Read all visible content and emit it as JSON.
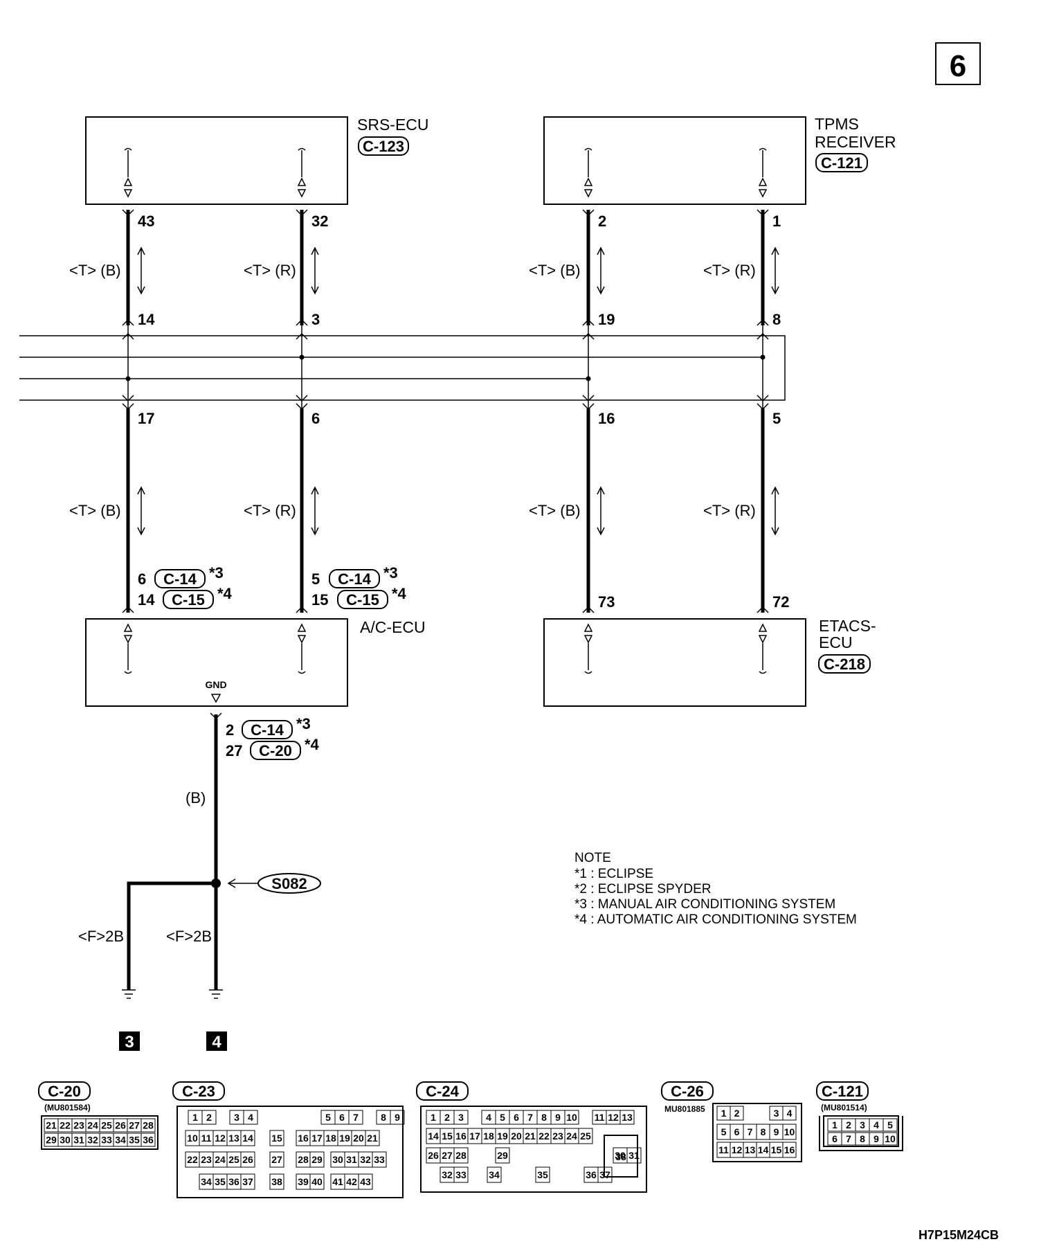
{
  "page_number": "6",
  "diagram_code": "H7P15M24CB",
  "components": {
    "srs": {
      "name": "SRS-ECU",
      "connector": "C-123"
    },
    "tpms": {
      "name_line1": "TPMS",
      "name_line2": "RECEIVER",
      "connector": "C-121"
    },
    "ac": {
      "name": "A/C-ECU",
      "gnd": "GND"
    },
    "etacs": {
      "name_line1": "ETACS-",
      "name_line2": "ECU",
      "connector": "C-218"
    }
  },
  "wires": {
    "w1": {
      "top_pin": "43",
      "mid_top_pin": "14",
      "mid_bottom_pin": "17",
      "label_top": "<T> (B)",
      "label_bottom": "<T> (B)",
      "bottom_line1": {
        "pin": "6",
        "connector": "C-14",
        "star": "*3"
      },
      "bottom_line2": {
        "pin": "14",
        "connector": "C-15",
        "star": "*4"
      }
    },
    "w2": {
      "top_pin": "32",
      "mid_top_pin": "3",
      "mid_bottom_pin": "6",
      "label_top": "<T> (R)",
      "label_bottom": "<T> (R)",
      "bottom_line1": {
        "pin": "5",
        "connector": "C-14",
        "star": "*3"
      },
      "bottom_line2": {
        "pin": "15",
        "connector": "C-15",
        "star": "*4"
      }
    },
    "w3": {
      "top_pin": "2",
      "mid_top_pin": "19",
      "mid_bottom_pin": "16",
      "bottom_pin": "73",
      "label_top": "<T> (B)",
      "label_bottom": "<T> (B)"
    },
    "w4": {
      "top_pin": "1",
      "mid_top_pin": "8",
      "mid_bottom_pin": "5",
      "bottom_pin": "72",
      "label_top": "<T> (R)",
      "label_bottom": "<T> (R)"
    }
  },
  "ground": {
    "line1": {
      "pin": "2",
      "connector": "C-14",
      "star": "*3"
    },
    "line2": {
      "pin": "27",
      "connector": "C-20",
      "star": "*4"
    },
    "wire_label": "(B)",
    "splice": "S082",
    "branch_left_label": "<F>2B",
    "branch_right_label": "<F>2B",
    "ground_left": "3",
    "ground_right": "4"
  },
  "note": {
    "title": "NOTE",
    "items": [
      "*1 : ECLIPSE",
      "*2 : ECLIPSE SPYDER",
      "*3 : MANUAL AIR CONDITIONING SYSTEM",
      "*4 : AUTOMATIC AIR CONDITIONING SYSTEM"
    ]
  },
  "connector_views": {
    "c20": {
      "label": "C-20",
      "part": "(MU801584)",
      "rows": [
        [
          "21",
          "22",
          "23",
          "24",
          "25",
          "26",
          "27",
          "28"
        ],
        [
          "29",
          "30",
          "31",
          "32",
          "33",
          "34",
          "35",
          "36"
        ]
      ]
    },
    "c23": {
      "label": "C-23",
      "rows": [
        [
          "1",
          "2",
          "3",
          "4",
          "5",
          "6",
          "7",
          "8",
          "9"
        ],
        [
          "10",
          "11",
          "12",
          "13",
          "14",
          "15",
          "16",
          "17",
          "18",
          "19",
          "20",
          "21"
        ],
        [
          "22",
          "23",
          "24",
          "25",
          "26",
          "27",
          "28",
          "29",
          "30",
          "31",
          "32",
          "33"
        ],
        [
          "34",
          "35",
          "36",
          "37",
          "38",
          "39",
          "40",
          "41",
          "42",
          "43"
        ]
      ]
    },
    "c24": {
      "label": "C-24",
      "rows": [
        [
          "1",
          "2",
          "3",
          "4",
          "5",
          "6",
          "7",
          "8",
          "9",
          "10",
          "11",
          "12",
          "13"
        ],
        [
          "14",
          "15",
          "16",
          "17",
          "18",
          "19",
          "20",
          "21",
          "22",
          "23",
          "24",
          "25"
        ],
        [
          "26",
          "27",
          "28",
          "29",
          "30",
          "31"
        ],
        [
          "32",
          "33",
          "34",
          "35",
          "36",
          "37"
        ]
      ],
      "big": "38"
    },
    "c26": {
      "label": "C-26",
      "part": "MU801885",
      "rows": [
        [
          "1",
          "2",
          "3",
          "4"
        ],
        [
          "5",
          "6",
          "7",
          "8",
          "9",
          "10"
        ],
        [
          "11",
          "12",
          "13",
          "14",
          "15",
          "16"
        ]
      ]
    },
    "c121": {
      "label": "C-121",
      "part": "(MU801514)",
      "rows": [
        [
          "1",
          "2",
          "3",
          "4",
          "5"
        ],
        [
          "6",
          "7",
          "8",
          "9",
          "10"
        ]
      ]
    }
  }
}
